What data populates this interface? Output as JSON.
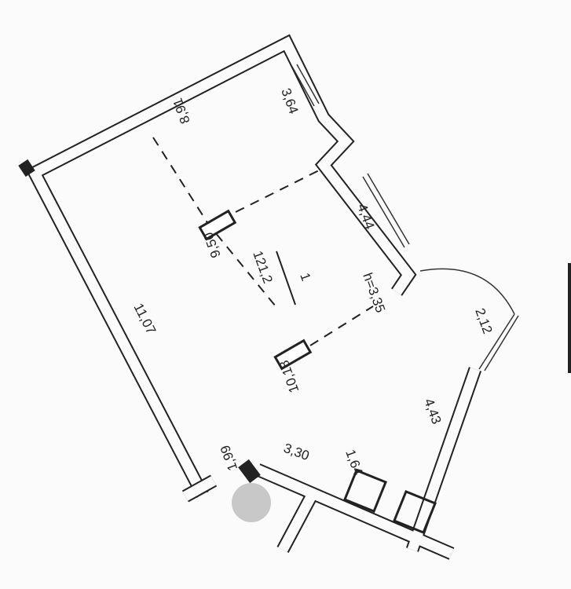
{
  "plan": {
    "room_number": "1",
    "room_area": "121,2",
    "ceiling_height": "h=3,35",
    "dimensions": {
      "top_window_wall": "3,64",
      "top_width": "8,91",
      "window_wall_2": "4,44",
      "column_span_1": "9,50",
      "column_span_2": "10,18",
      "left_wall": "11,07",
      "bay_window": "2,12",
      "right_lower_wall": "4,43",
      "entrance": "1,99",
      "bottom_wall": "3,30",
      "corridor": "1,64"
    }
  }
}
